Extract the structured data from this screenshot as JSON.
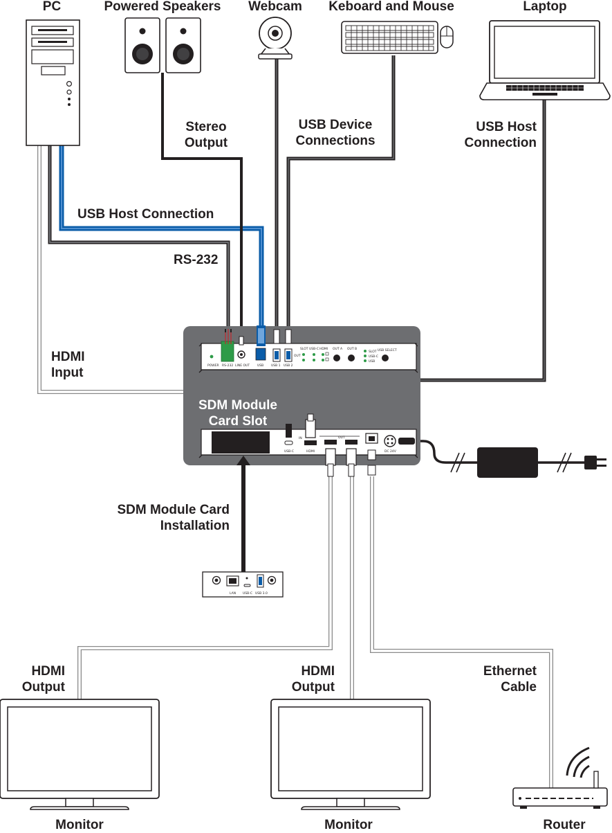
{
  "devices": {
    "pc": "PC",
    "speakers": "Powered Speakers",
    "webcam": "Webcam",
    "keyboard_mouse": "Keboard and Mouse",
    "laptop": "Laptop",
    "monitor_left": "Monitor",
    "monitor_right": "Monitor",
    "router": "Router"
  },
  "connections": {
    "stereo_output": [
      "Stereo",
      "Output"
    ],
    "usb_device": [
      "USB Device",
      "Connections"
    ],
    "usb_host_laptop": [
      "USB Host",
      "Connection"
    ],
    "usb_host_pc": "USB Host Connection",
    "rs232": "RS-232",
    "hdmi_input": [
      "HDMI",
      "Input"
    ],
    "card_slot": [
      "SDM Module",
      "Card Slot"
    ],
    "card_install": [
      "SDM Module Card",
      "Installation"
    ],
    "hdmi_output_left": [
      "HDMI",
      "Output"
    ],
    "hdmi_output_right": [
      "HDMI",
      "Output"
    ],
    "ethernet": [
      "Ethernet",
      "Cable"
    ]
  },
  "panel_top": {
    "power": "POWER",
    "rs232": "RS-232",
    "line_out": "LINE OUT",
    "usb": "USB",
    "usb1": "USB 1",
    "usb2": "USB 2",
    "slot": "SLOT",
    "usbc": "USB-C",
    "hdmi": "HDMI",
    "out": "OUT",
    "out_a": "OUT A",
    "out_b": "OUT B",
    "slot2": "SLOT",
    "usbc2": "USB-C",
    "usb_r": "USB",
    "usb_select": "USB SELECT"
  },
  "panel_bottom": {
    "usbc": "USB-C",
    "in": "IN",
    "hdmi": "HDMI",
    "out": "OUT",
    "dc": "DC 24V"
  },
  "module_card": {
    "lan": "LAN",
    "usbc": "USB-C",
    "usb3": "USB 3.0"
  },
  "colors": {
    "usb_blue": "#0a5ca8",
    "panel_gray": "#6d6e71",
    "cable_dark": "#231f20",
    "rs232_green": "#2e9b48"
  }
}
